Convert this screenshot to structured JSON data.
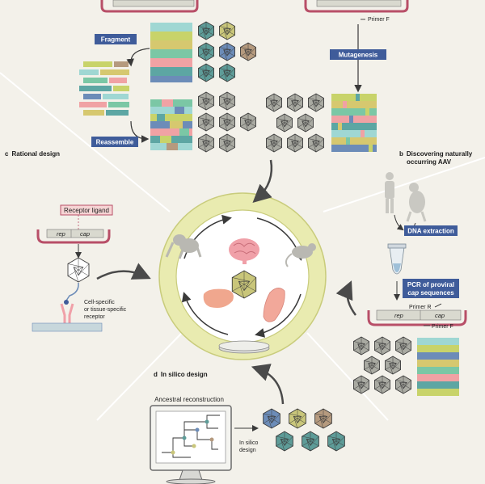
{
  "labels": {
    "fragment": "Fragment",
    "reassemble": "Reassemble",
    "mutagenesis": "Mutagenesis",
    "rep": "rep",
    "cap": "cap",
    "primer_f": "Primer F",
    "primer_r": "Primer R",
    "receptor_ligand": "Receptor ligand",
    "receptor_line1": "Cell-specific",
    "receptor_line2": "or tissue-specific",
    "receptor_line3": "receptor",
    "dna_extraction": "DNA extraction",
    "pcr_line1": "PCR of proviral",
    "pcr_line2_italic": "cap",
    "pcr_line2_rest": " sequences",
    "ancestral": "Ancestral reconstruction",
    "insilico_line1": "In silico",
    "insilico_line2": "design"
  },
  "panels": {
    "b_letter": "b",
    "b_line1": "Discovering naturally",
    "b_line2": "occurring AAV",
    "c_letter": "c",
    "c_title": "Rational design",
    "d_letter": "d",
    "d_title": "In silico design"
  },
  "colors": {
    "background": "#f3f1ea",
    "tag_blue": "#3f5c9a",
    "ring": "#e9ebb0",
    "ring_stroke": "#c9cc7c",
    "capsid_grey": "#a9aaa2",
    "capsid_teal": "#5e9c98",
    "capsid_blue": "#6c8cb8",
    "capsid_olive": "#c9c67a",
    "capsid_tan": "#b59a7e",
    "brain": "#f0a0a8",
    "liver": "#f0a78e",
    "muscle": "#f2a89a",
    "hook": "#b84f68"
  }
}
